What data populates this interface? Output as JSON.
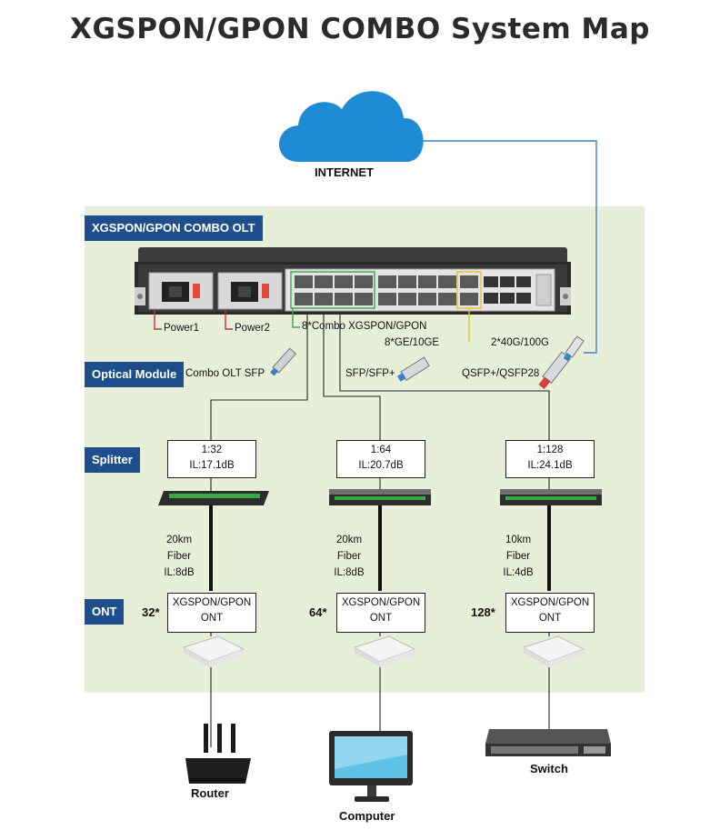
{
  "title": "XGSPON/GPON COMBO System Map",
  "internet_label": "INTERNET",
  "sections": {
    "olt": "XGSPON/GPON COMBO OLT",
    "optical_module": "Optical Module",
    "splitter": "Splitter",
    "ont": "ONT"
  },
  "olt_ports": {
    "power1": "Power1",
    "power2": "Power2",
    "combo": "8*Combo XGSPON/GPON",
    "ge": "8*GE/10GE",
    "uplink": "2*40G/100G"
  },
  "modules": {
    "combo_sfp": "Combo OLT SFP",
    "sfp": "SFP/SFP+",
    "qsfp": "QSFP+/QSFP28"
  },
  "branches": [
    {
      "ratio": "1:32",
      "il": "IL:17.1dB",
      "distance": "20km",
      "medium": "Fiber",
      "fiber_il": "IL:8dB",
      "count": "32*",
      "ont_line1": "XGSPON/GPON",
      "ont_line2": "ONT",
      "device": "Router"
    },
    {
      "ratio": "1:64",
      "il": "IL:20.7dB",
      "distance": "20km",
      "medium": "Fiber",
      "fiber_il": "IL:8dB",
      "count": "64*",
      "ont_line1": "XGSPON/GPON",
      "ont_line2": "ONT",
      "device": "Computer"
    },
    {
      "ratio": "1:128",
      "il": "IL:24.1dB",
      "distance": "10km",
      "medium": "Fiber",
      "fiber_il": "IL:4dB",
      "count": "128*",
      "ont_line1": "XGSPON/GPON",
      "ont_line2": "ONT",
      "device": "Switch"
    }
  ],
  "colors": {
    "cloud": "#1f8ad6",
    "section_label": "#1f4e8c",
    "panel": "#e8efd9",
    "power_wire": "#c0392b",
    "combo_wire": "#3aa845",
    "uplink_wire": "#e5c22a",
    "internet_wire": "#3b82c4"
  }
}
